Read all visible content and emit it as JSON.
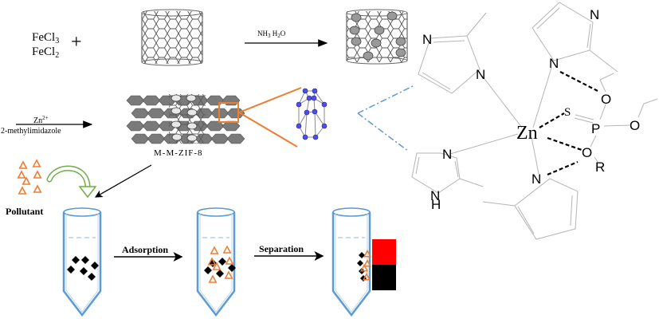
{
  "reactants": {
    "line1": "FeCl",
    "line1_sub": "3",
    "line2": "FeCl",
    "line2_sub": "2",
    "plus": "+"
  },
  "step1_reagent": {
    "text_a": "NH",
    "text_a_sub": "3",
    "text_b": " H",
    "text_b_sub": "2",
    "text_c": "O"
  },
  "step2_reagent": {
    "top": "Zn",
    "top_sup": "2+",
    "bottom": "2-methylimidazole"
  },
  "product_label": "M-M-ZIF-8",
  "pollutant_label": "Pollutant",
  "process_arrows": {
    "adsorption": "Adsorption",
    "separation": "Separation"
  },
  "molecule": {
    "metal": "Zn",
    "atoms": {
      "n_labels": [
        "N",
        "N",
        "N",
        "N",
        "N",
        "N",
        "N"
      ],
      "h_label": "H",
      "s_label": "S",
      "p_label": "P",
      "o_labels": [
        "O",
        "O",
        "O"
      ],
      "r_label": "R"
    }
  },
  "colors": {
    "tube": "#5b9bd5",
    "pollutant": "#ed7d31",
    "adsorbent": "#000000",
    "magnet_north": "#ff0000",
    "magnet_south": "#000000",
    "green_arrow": "#70ad47",
    "zoom_box": "#ed7d31",
    "cage_node": "#4040d0",
    "dashdot": "#5b9bd5",
    "bond": "#b0b0b0"
  }
}
